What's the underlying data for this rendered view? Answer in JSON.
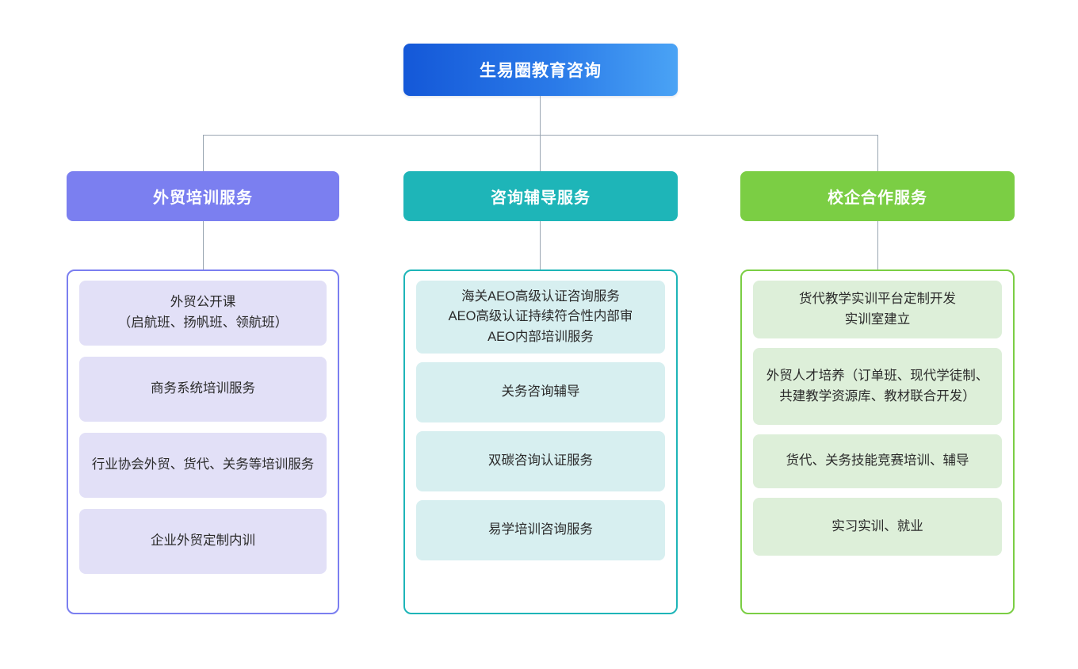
{
  "diagram": {
    "type": "org-chart",
    "orientation": "top-down",
    "levels": 3,
    "connector_color": "#9aa6b2"
  },
  "root": {
    "label": "生易圈教育咨询",
    "gradient_from": "#1458d8",
    "gradient_to": "#4aa3f5"
  },
  "branches": [
    {
      "id": "training",
      "title": "外贸培训服务",
      "accent": "#7b7ff0",
      "leaf_fill": "#e2e0f7",
      "items": [
        "外贸公开课\n（启航班、扬帆班、领航班）",
        "商务系统培训服务",
        "行业协会外贸、货代、关务等培训服务",
        "企业外贸定制内训"
      ]
    },
    {
      "id": "consulting",
      "title": "咨询辅导服务",
      "accent": "#1eb5b8",
      "leaf_fill": "#d7eff0",
      "items": [
        "海关AEO高级认证咨询服务\nAEO高级认证持续符合性内部审\nAEO内部培训服务",
        "关务咨询辅导",
        "双碳咨询认证服务",
        "易学培训咨询服务"
      ]
    },
    {
      "id": "school",
      "title": "校企合作服务",
      "accent": "#7bce44",
      "leaf_fill": "#ddefd9",
      "items": [
        "货代教学实训平台定制开发\n实训室建立",
        "外贸人才培养（订单班、现代学徒制、共建教学资源库、教材联合开发）",
        "货代、关务技能竞赛培训、辅导",
        "实习实训、就业"
      ]
    }
  ]
}
